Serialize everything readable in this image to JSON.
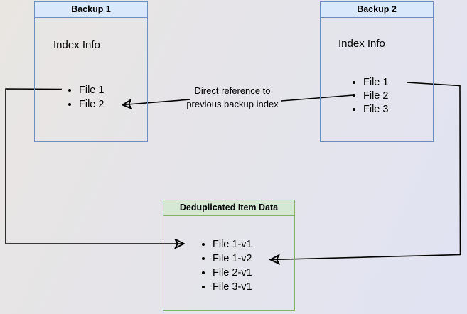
{
  "backup1": {
    "title": "Backup 1",
    "subtitle": "Index Info",
    "items": [
      "File 1",
      "File 2"
    ]
  },
  "backup2": {
    "title": "Backup 2",
    "subtitle": "Index Info",
    "items": [
      "File 1",
      "File 2",
      "File 3"
    ]
  },
  "dedup": {
    "title": "Deduplicated Item Data",
    "items": [
      "File 1-v1",
      "File 1-v2",
      "File 2-v1",
      "File 3-v1"
    ]
  },
  "annotation": {
    "line1": "Direct reference to",
    "line2": "previous backup index"
  },
  "colors": {
    "blue_border": "#6c8ebf",
    "blue_fill": "#dae8fc",
    "green_border": "#82b366",
    "green_fill": "#d5e8d4",
    "connector": "#000000",
    "background_left": "#e9e6e2",
    "background_right": "#e1e3f3"
  }
}
